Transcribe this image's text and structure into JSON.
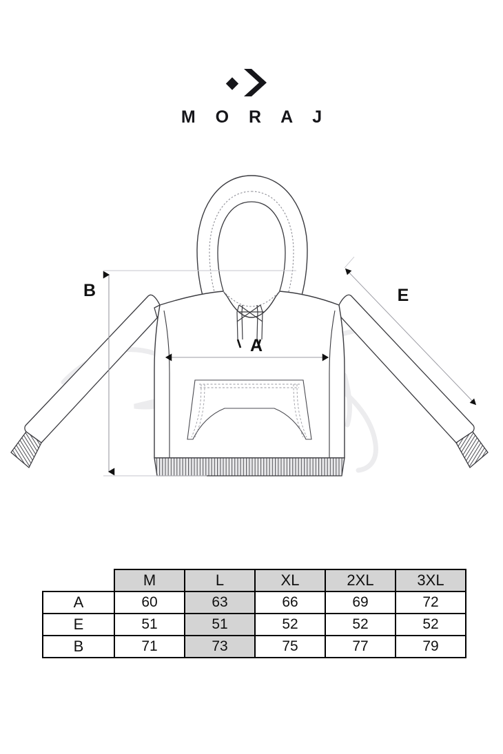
{
  "brand": {
    "logo_icon": "moraj-chevron-logo",
    "wordmark": "M O R A J",
    "color": "#16161a"
  },
  "figure": {
    "title": "hoodie-technical-drawing",
    "measure_labels": {
      "a": "A",
      "b": "B",
      "e": "E"
    },
    "measure_descriptions": {
      "a": "chest width measurement arrow",
      "b": "body length measurement arrow",
      "e": "sleeve length measurement arrow"
    },
    "line_color": "#3a3a3f",
    "watermark_color": "#ededee"
  },
  "size_table": {
    "corner_label": "",
    "columns": [
      "M",
      "L",
      "XL",
      "2XL",
      "3XL"
    ],
    "highlight_column": "L",
    "highlight_color": "#d4d4d4",
    "rows": [
      {
        "label": "A",
        "values": [
          "60",
          "63",
          "66",
          "69",
          "72"
        ]
      },
      {
        "label": "E",
        "values": [
          "51",
          "51",
          "52",
          "52",
          "52"
        ]
      },
      {
        "label": "B",
        "values": [
          "71",
          "73",
          "75",
          "77",
          "79"
        ]
      }
    ]
  }
}
